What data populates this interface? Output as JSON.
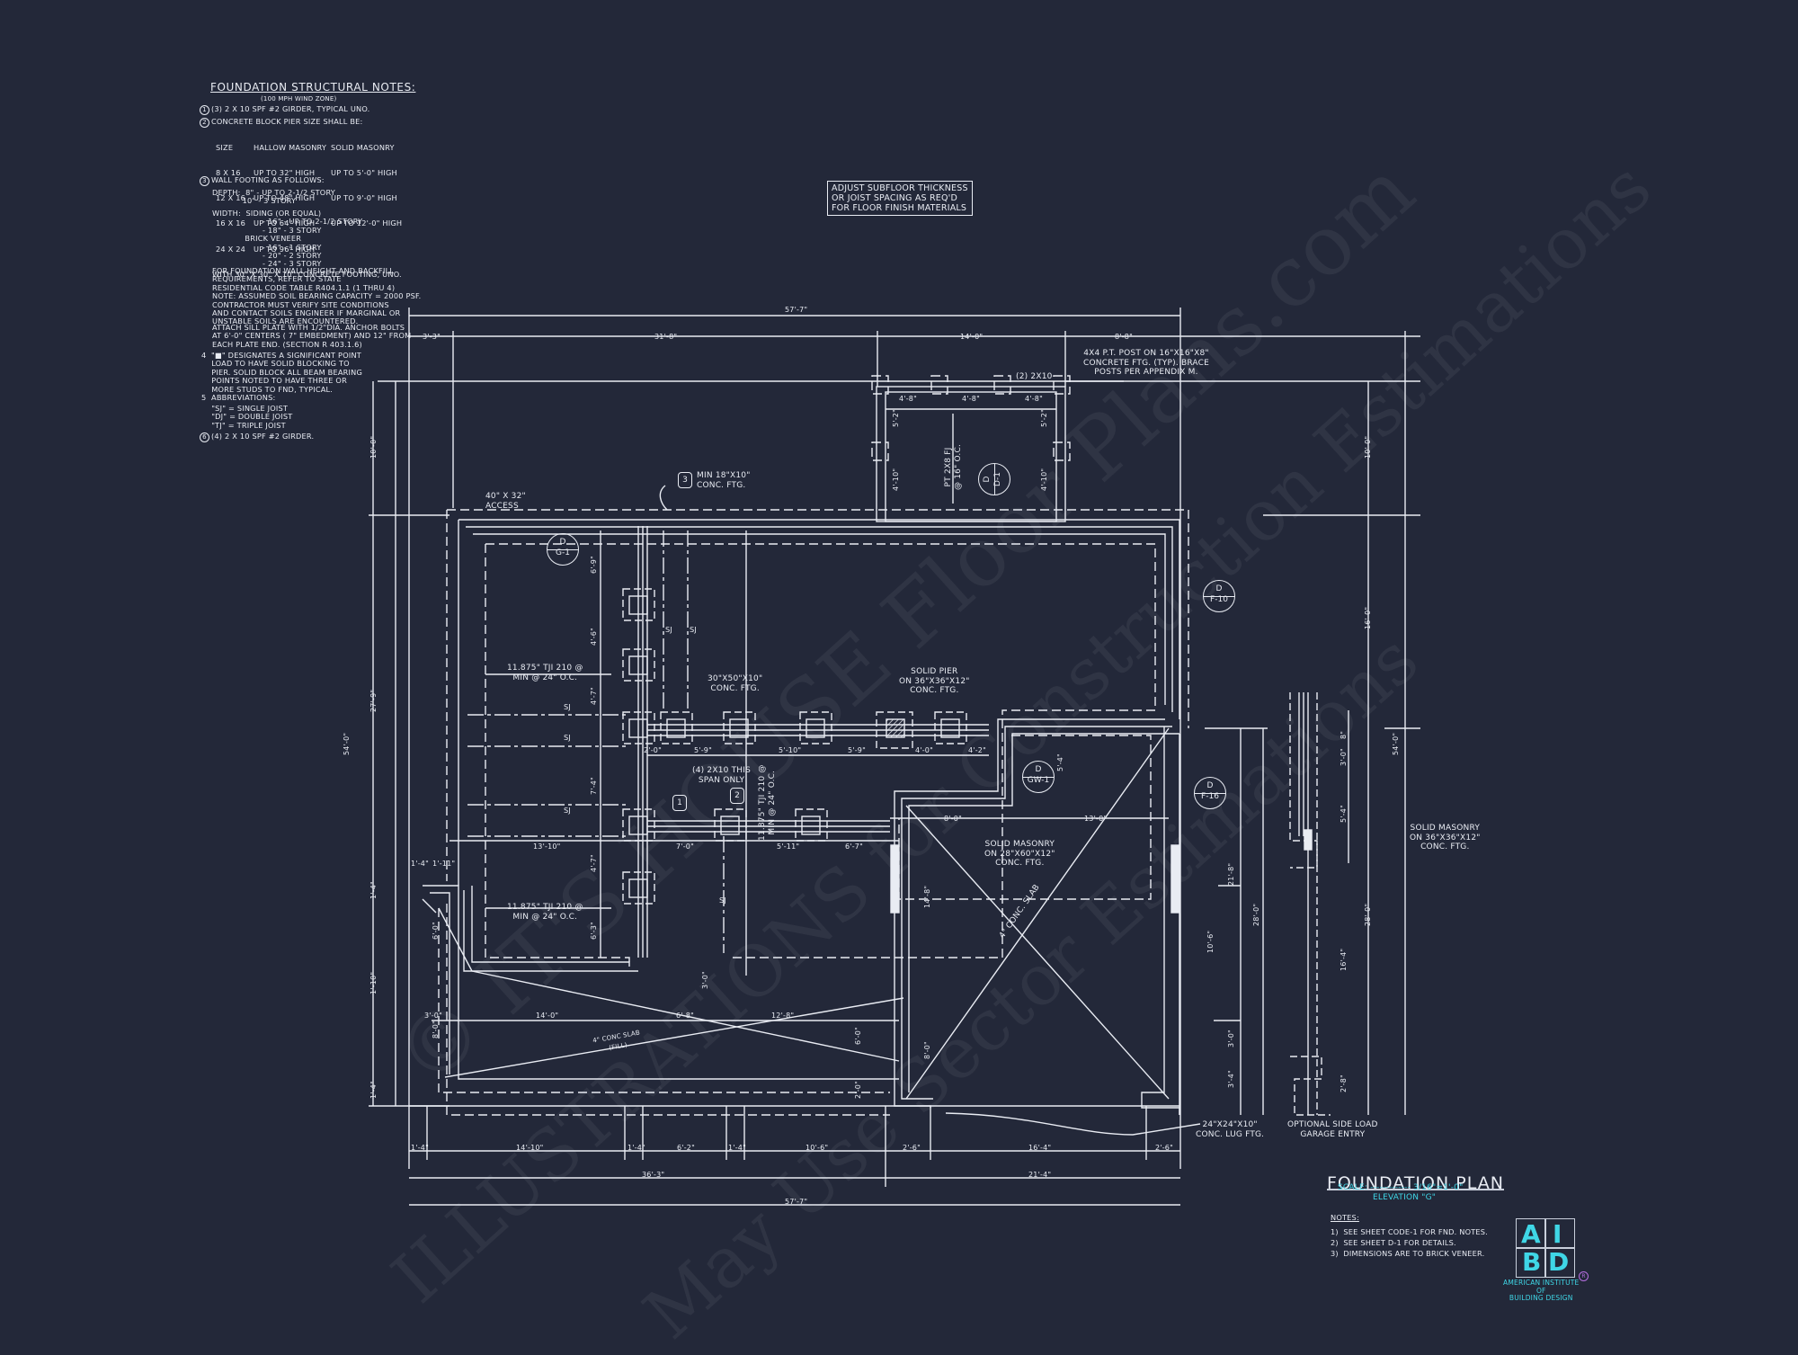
{
  "sheet": {
    "background": "#232839",
    "line_color": "#e9ecf3",
    "accent_color": "#3fd6e6"
  },
  "structural_notes": {
    "title": "FOUNDATION STRUCTURAL NOTES:",
    "subtitle": "(100 MPH WIND ZONE)",
    "note1": "(3) 2 x 10 SPF #2 GIRDER, TYPICAL UNO.",
    "note2_head": "CONCRETE BLOCK PIER SIZE SHALL BE:",
    "pier_table": {
      "headers": [
        "SIZE",
        "HALLOW MASONRY",
        "SOLID MASONRY"
      ],
      "rows": [
        [
          "8 x 16",
          "UP TO 32\" HIGH",
          "UP TO 5'-0\" HIGH"
        ],
        [
          "12 x 16",
          "UP TO 48\" HIGH",
          "UP TO 9'-0\" HIGH"
        ],
        [
          "16 x 16",
          "UP TO 64\" HIGH",
          "UP TO 12'-0\" HIGH"
        ],
        [
          "24 x 24",
          "UP TO 96\" HIGH",
          ""
        ]
      ],
      "footer": "WITH 30\" x 30\" x 10\" CONCRETE FOOTING, UNO."
    },
    "note3_head": "WALL FOOTING AS FOLLOWS:",
    "depth_lines": "DEPTH:  8\" - UP TO 2-1/2 STORY\n            10\" - 3 STORY",
    "width_lines": "WIDTH:  SIDING (OR EQUAL)\n                    - 16\" - UP TO 2-1/2 STORY\n                    - 18\" - 3 STORY\n             BRICK VENEER\n                    - 16\" - 1 STORY\n                    - 20\" - 2 STORY\n                    - 24\" - 3 STORY",
    "para1": "FOR FOUNDATION WALL HEIGHT AND BACKFILL\nREQUIREMENTS, REFER TO STATE\nRESIDENTIAL CODE TABLE R404.1.1 (1 THRU 4)\nNOTE: ASSUMED SOIL BEARING CAPACITY = 2000 PSF.\nCONTRACTOR MUST VERIFY SITE CONDITIONS\nAND CONTACT SOILS ENGINEER IF MARGINAL OR\nUNSTABLE SOILS ARE ENCOUNTERED.",
    "para2": "ATTACH SILL PLATE WITH 1/2\"dia. ANCHOR BOLTS\nAT 6'-0\" CENTERS ( 7\" EMBEDMENT) AND 12\" FROM\nEACH PLATE END. (SECTION R 403.1.6)",
    "note4": "4  \"■\" DESIGNATES A SIGNIFICANT POINT\n    LOAD TO HAVE SOLID BLOCKING TO\n    PIER. SOLID BLOCK ALL BEAM BEARING\n    POINTS NOTED TO HAVE THREE OR\n    MORE STUDS TO FND, TYPICAL.",
    "note5": "5  ABBREVIATIONS:",
    "abbrev": "    \"SJ\" = SINGLE JOIST\n    \"DJ\" = DOUBLE JOIST\n    \"TJ\" = TRIPLE JOIST",
    "note6": "(4) 2 x 10 SPF #2 GIRDER."
  },
  "boxed_note": "ADJUST SUBFLOOR THICKNESS\nOR JOIST SPACING AS REQ'D\nFOR FLOOR FINISH MATERIALS",
  "callouts": {
    "post": "4x4 P.T. POST ON 16\"x16\"x8\"\nCONCRETE FTG. (TYP). BRACE\nPOSTS PER APPENDIX M.",
    "girder_2x10": "(2) 2x10",
    "access": "40\" X 32\"\nACCESS",
    "min_ftg": "MIN 18\"x10\"\nCONC. FTG.",
    "pt_joist": "PT 2x8 FJ\n@ 16\" O.C.",
    "tji_upper": "11.875\" TJI 210 @\nMIN @ 24\" O.C.",
    "tji_lower": "11.875\" TJI 210 @\nMIN @ 24\" O.C.",
    "tji_vertical": "11.875\" TJI 210 @\nMIN @ 24\" O.C.",
    "conc_30x50": "30\"x50\"x10\"\nCONC. FTG.",
    "solid_pier": "SOLID PIER\nON 36\"x36\"x12\"\nCONC. FTG.",
    "span_only": "(4) 2x10 THIS\nSPAN ONLY",
    "solid_masonry_garage": "SOLID MASONRY\nON 28\"x60\"x12\"\nCONC. FTG.",
    "solid_masonry_side": "SOLID MASONRY\nON 36\"x36\"x12\"\nCONC. FTG.",
    "lug_ftg": "24\"x24\"x10\"\nCONC. LUG FTG.",
    "side_load": "OPTIONAL SIDE LOAD\nGARAGE ENTRY",
    "conc_slab_garage": "4\" CONC. SLAB",
    "conc_slab_fill": "4\" CONC SLAB\n(FILL)",
    "sj": "SJ",
    "hex1": "1",
    "hex2": "2",
    "hex3": "3"
  },
  "detail_tags": [
    {
      "top": "D",
      "bottom": "G-1"
    },
    {
      "top": "D",
      "bottom": "D-1"
    },
    {
      "top": "D",
      "bottom": "F-10"
    },
    {
      "top": "D",
      "bottom": "GW-1"
    },
    {
      "top": "D",
      "bottom": "F-16"
    }
  ],
  "dimensions": {
    "top_overall": "57'-7\"",
    "top_left": "3'-3\"",
    "top_mid": "31'-8\"",
    "top_porch": "14'-0\"",
    "top_right": "8'-8\"",
    "porch_a": "4'-8\"",
    "porch_b": "4'-8\"",
    "porch_c": "4'-8\"",
    "porch_v1": "5'-2\"",
    "porch_v2": "4'-10\"",
    "left_overall": "54'-0\"",
    "left_top": "10'-0\"",
    "left_mid": "27'-9\"",
    "left_a": "1'-4\"",
    "left_b": "1'-10\"",
    "left_c": "1'-4\"",
    "right_overall": "54'-0\"",
    "right_top": "10'-0\"",
    "right_mid": "16'-0\"",
    "right_28a": "28'-0\"",
    "right_28b": "28'-0\"",
    "right_21_8": "21'-8\"",
    "right_10_6": "10'-6\"",
    "right_3_0": "3'-0\"",
    "right_3_4": "3'-4\"",
    "right_2_8": "2'-8\"",
    "side_8": "8\"",
    "side_3_0": "3'-0\"",
    "side_5_4": "5'-4\"",
    "side_16_4": "16'-4\"",
    "beam_2_0": "2'-0\"",
    "beam_5_9a": "5'-9\"",
    "beam_5_10": "5'-10\"",
    "beam_5_9b": "5'-9\"",
    "beam_4_0": "4'-0\"",
    "beam_4_2": "4'-2\"",
    "beam2_13_10": "13'-10\"",
    "beam2_7_0": "7'-0\"",
    "beam2_5_11": "5'-11\"",
    "beam2_6_7": "6'-7\"",
    "garage_8_0": "8'-0\"",
    "garage_13_0": "13'-0\"",
    "garage_14_8": "14'-8\"",
    "garage_8_0v": "8'-0\"",
    "gw_5_4": "5'-4\"",
    "v_6_9": "6'-9\"",
    "v_4_6": "4'-6\"",
    "v_4_7": "4'-7\"",
    "v_7_4": "7'-4\"",
    "v_4_7b": "4'-7\"",
    "v_6_3": "6'-3\"",
    "v_3_0": "3'-0\"",
    "v_2_0": "2'-0\"",
    "v_6_0": "6'-0\"",
    "v_6_0b": "6'-0\"",
    "v_8_0": "8'-0\"",
    "h_3_0": "3'-0\"",
    "h_14_0": "14'-0\"",
    "h_6_8": "6'-8\"",
    "h_12_8": "12'-8\"",
    "h_1_4": "1'-4\"",
    "h_1_11": "1'-11\"",
    "bot_1_4a": "1'-4\"",
    "bot_14_10": "14'-10\"",
    "bot_1_4b": "1'-4\"",
    "bot_6_2": "6'-2\"",
    "bot_1_4c": "1'-4\"",
    "bot_10_6": "10'-6\"",
    "bot_2_6a": "2'-6\"",
    "bot_16_4": "16'-4\"",
    "bot_2_6b": "2'-6\"",
    "bot_36_3": "36'-3\"",
    "bot_21_4": "21'-4\"",
    "bot_overall": "57'-7\""
  },
  "title_block": {
    "title": "FOUNDATION PLAN",
    "scale": "SCALE: ------------- 3/16\"=1'-0\"",
    "elevation": "ELEVATION \"G\"",
    "notes_head": "NOTES:",
    "notes": [
      "1)  SEE SHEET CODE-1 FOR FND. NOTES.",
      "2)  SEE SHEET D-1 FOR DETAILS.",
      "3)  DIMENSIONS ARE TO BRICK VENEER."
    ]
  },
  "logo": {
    "a": "A",
    "i": "I",
    "b": "B",
    "d": "D",
    "reg": "R",
    "caption": "AMERICAN INSTITUTE\nOF\nBUILDING DESIGN"
  },
  "watermark": {
    "line1": "© IT'S HOUSE Floor Plans.com",
    "line2": "ILLUSTRATIONS for Construction Estimations",
    "line3": "May Use Sector Estimations"
  }
}
